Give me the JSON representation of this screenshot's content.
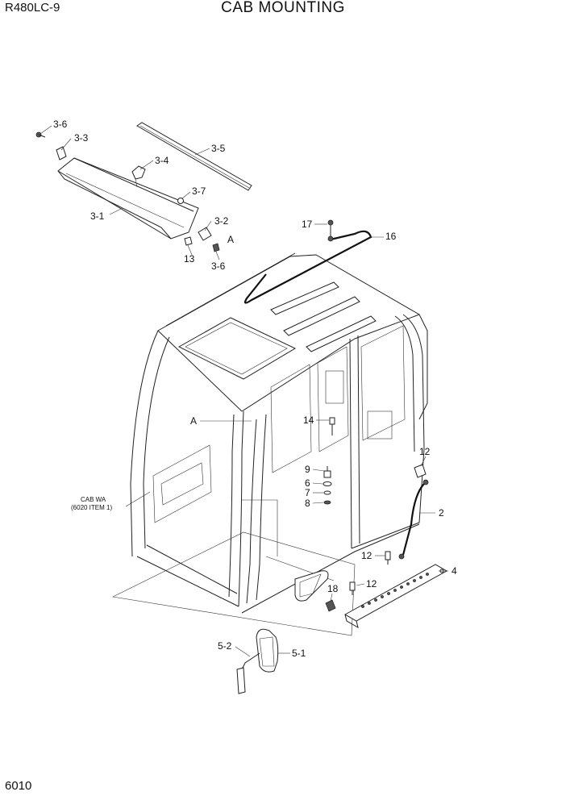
{
  "header": {
    "model": "R480LC-9",
    "title": "CAB MOUNTING"
  },
  "footer": {
    "page_number": "6010"
  },
  "callouts": {
    "c3_6a": "3-6",
    "c3_3": "3-3",
    "c3_5": "3-5",
    "c3_4": "3-4",
    "c3_7": "3-7",
    "c3_1": "3-1",
    "c3_2": "3-2",
    "cA1": "A",
    "c13": "13",
    "c3_6b": "3-6",
    "c17": "17",
    "c16": "16",
    "cA2": "A",
    "c14": "14",
    "c12a": "12",
    "c9": "9",
    "c6": "6",
    "c7": "7",
    "c8": "8",
    "c2": "2",
    "c12b": "12",
    "c12c": "12",
    "c4": "4",
    "c18": "18",
    "c5_2": "5-2",
    "c5_1": "5-1"
  },
  "cab_note": {
    "line1": "CAB WA",
    "line2": "(6020 ITEM 1)"
  },
  "icons": [
    "cab-frame",
    "sun-visor",
    "weather-strip",
    "handrail",
    "step-plate",
    "rear-view-mirror",
    "work-lamp",
    "bolt"
  ]
}
